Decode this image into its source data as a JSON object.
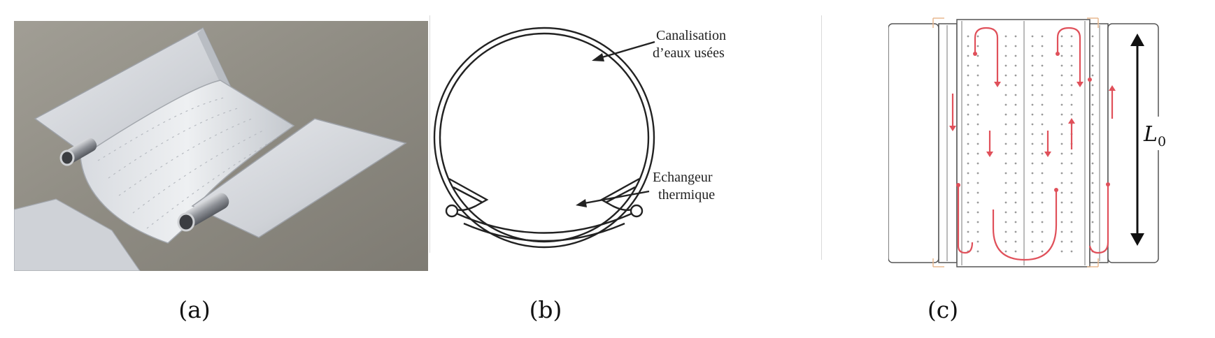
{
  "figure": {
    "panels": [
      {
        "id": "a",
        "caption": "(a)"
      },
      {
        "id": "b",
        "caption": "(b)"
      },
      {
        "id": "c",
        "caption": "(c)"
      }
    ],
    "panel_b": {
      "pipe_label_line1": "Canalisation",
      "pipe_label_line2": "d’eaux usées",
      "exchanger_label_line1": "Echangeur",
      "exchanger_label_line2": "thermique"
    },
    "panel_c": {
      "length_label": "L",
      "length_subscript": "0"
    }
  },
  "colors": {
    "flow_arrow": "#e0505a",
    "photo_background": "#8f8c82",
    "metal_plate": "#c9cdd3"
  }
}
